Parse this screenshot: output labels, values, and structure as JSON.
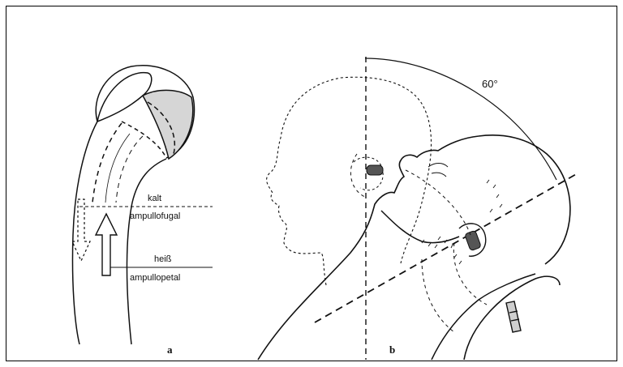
{
  "figure": {
    "panel_a": {
      "letter": "a",
      "label_kalt": "kalt",
      "label_ampullofugal": "ampullofugal",
      "label_heiss": "heiß",
      "label_ampullopetal": "ampullopetal"
    },
    "panel_b": {
      "letter": "b",
      "angle_label": "60°"
    }
  }
}
